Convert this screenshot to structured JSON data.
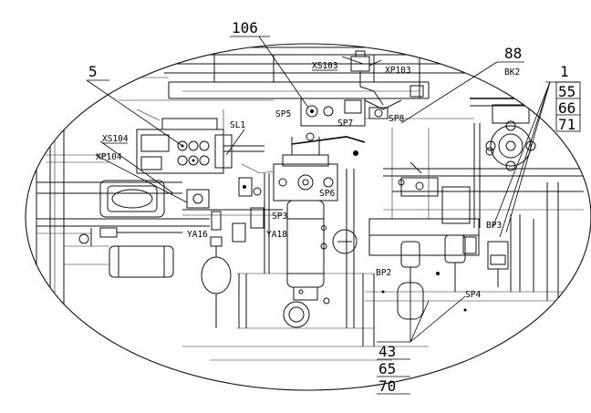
{
  "callouts": {
    "c106": "106",
    "c88": "88",
    "c5": "5",
    "c1": "1",
    "c55": "55",
    "c66": "66",
    "c71": "71",
    "c43": "43",
    "c65": "65",
    "c70": "70"
  },
  "labels": {
    "xs103": "XS103",
    "xp103": "XP103",
    "bk2": "BK2",
    "sp5": "SP5",
    "sp7": "SP7",
    "sp8": "SP8",
    "sl1": "SL1",
    "xs104": "XS104",
    "xp104": "XP104",
    "sp6": "SP6",
    "sp3": "SP3",
    "ya16": "YA16",
    "ya18": "YA18",
    "bp3": "BP3",
    "bp2": "BP2",
    "sp4": "SP4"
  }
}
